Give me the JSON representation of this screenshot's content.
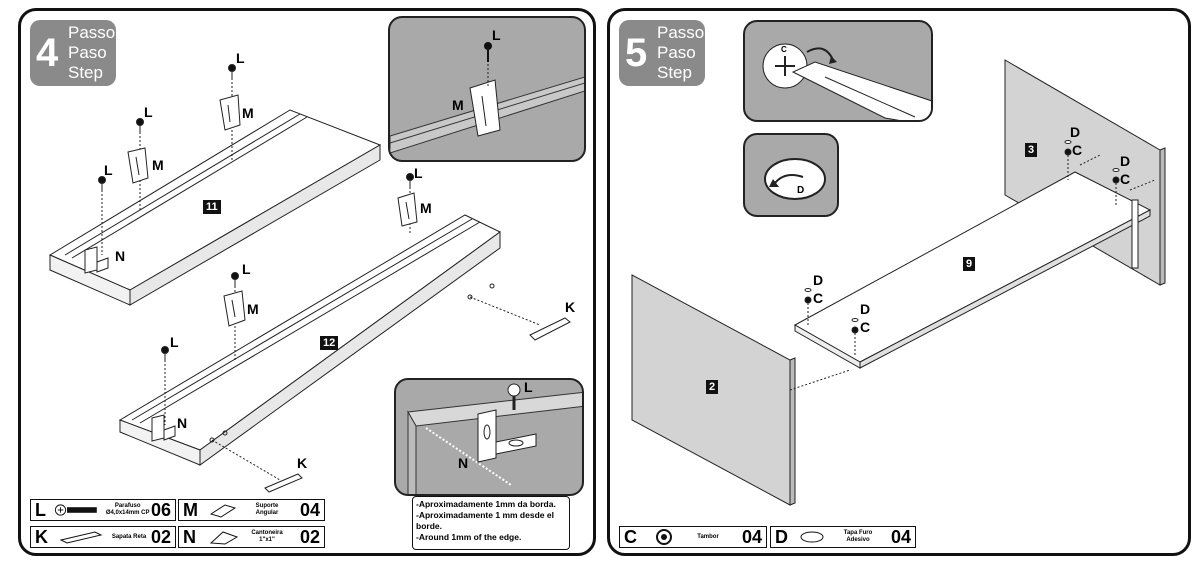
{
  "step4": {
    "number": "4",
    "words": [
      "Passo",
      "Paso",
      "Step"
    ],
    "labels": {
      "L": "L",
      "M": "M",
      "N": "N",
      "K": "K"
    },
    "part_11": "11",
    "part_12": "12",
    "note_lines": [
      "-Aproximadamente 1mm da borda.",
      "-Aproximadamente 1 mm desde el borde.",
      "-Around 1mm of the edge."
    ],
    "parts": [
      {
        "letter": "L",
        "desc": "Parafuso Ø4,0x14mm CP",
        "qty": "06"
      },
      {
        "letter": "M",
        "desc": "Suporte Angular",
        "qty": "04"
      },
      {
        "letter": "K",
        "desc": "Sapata Reta",
        "qty": "02"
      },
      {
        "letter": "N",
        "desc": "Cantoneira 1\"x1\"",
        "qty": "02"
      }
    ]
  },
  "step5": {
    "number": "5",
    "words": [
      "Passo",
      "Paso",
      "Step"
    ],
    "labels": {
      "C": "C",
      "D": "D"
    },
    "part_2": "2",
    "part_3": "3",
    "part_9": "9",
    "parts": [
      {
        "letter": "C",
        "desc": "Tambor",
        "qty": "04"
      },
      {
        "letter": "D",
        "desc": "Tapa Furo Adesivo",
        "qty": "04"
      }
    ]
  },
  "colors": {
    "badge": "#8a8a8a",
    "inset": "#a9a9a9",
    "panel": "#d3d3d3"
  }
}
